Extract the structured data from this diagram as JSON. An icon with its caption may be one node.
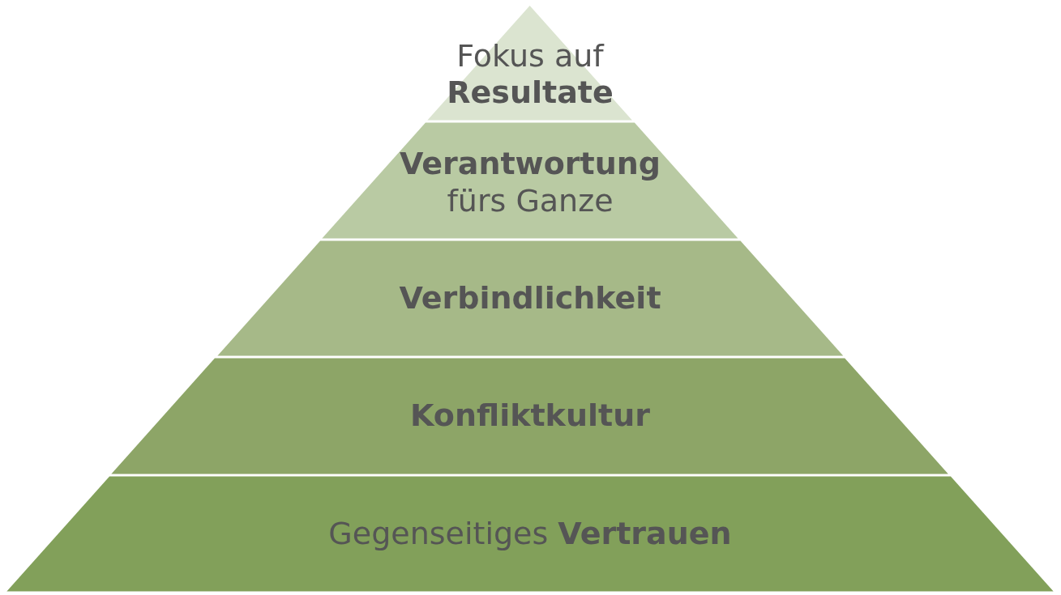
{
  "diagram": {
    "nodes": [
      {
        "text": [
          "Fokus auf **Resultate**"
        ]
      },
      {
        "text": [
          "**Verantwortung** fürs Ganze"
        ]
      },
      {
        "text": [
          "Verbindlichkeit"
        ]
      },
      {
        "text": [
          "Konfliktkultur"
        ]
      },
      {
        "text": [
          "Gegenseitiges **Vertrauen**"
        ]
      }
    ]
  }
}
